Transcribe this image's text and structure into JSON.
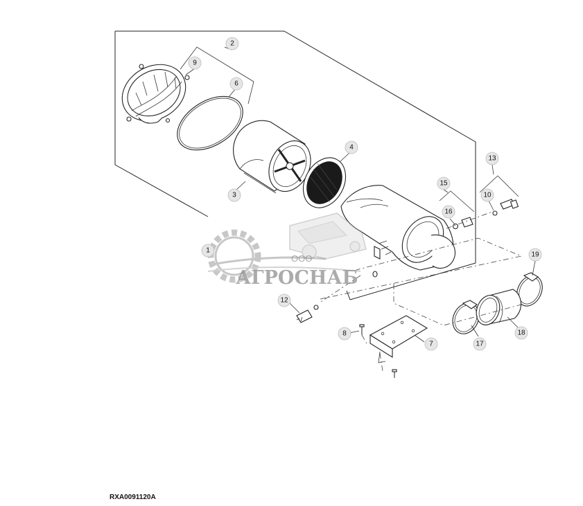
{
  "figure_id": "RXA0091120A",
  "watermark": {
    "prefix": "ООО",
    "name": "АГРОСНАБ"
  },
  "callouts": [
    {
      "id": "2",
      "label": "2"
    },
    {
      "id": "9",
      "label": "9"
    },
    {
      "id": "6",
      "label": "6"
    },
    {
      "id": "4",
      "label": "4"
    },
    {
      "id": "3",
      "label": "3"
    },
    {
      "id": "13",
      "label": "13"
    },
    {
      "id": "15",
      "label": "15"
    },
    {
      "id": "10",
      "label": "10"
    },
    {
      "id": "16",
      "label": "16"
    },
    {
      "id": "1",
      "label": "1"
    },
    {
      "id": "12",
      "label": "12"
    },
    {
      "id": "19",
      "label": "19"
    },
    {
      "id": "8",
      "label": "8"
    },
    {
      "id": "7",
      "label": "7"
    },
    {
      "id": "17",
      "label": "17"
    },
    {
      "id": "18",
      "label": "18"
    }
  ]
}
